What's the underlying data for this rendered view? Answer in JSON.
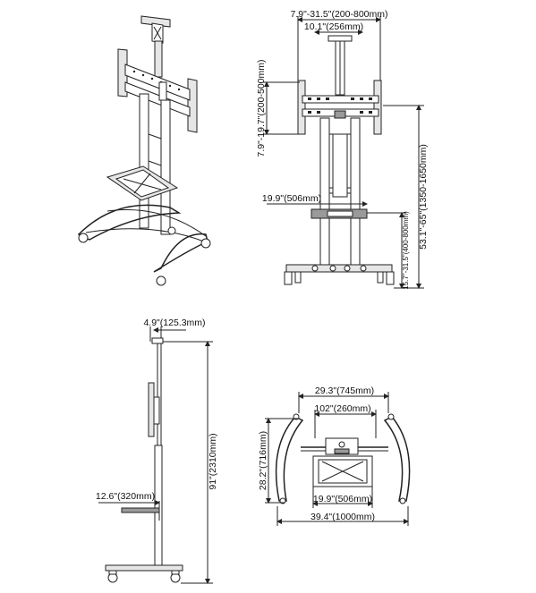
{
  "front": {
    "width_range": "7.9\"-31.5\"(200-800mm)",
    "bracket_width": "10.1\"(256mm)",
    "height_adjust": "7.9\"-19.7\"(200-500mm)",
    "total_height": "53.1\"-65\"(1350-1650mm)",
    "shelf_width": "19.9\"(506mm)",
    "shelf_height": "15.7\"-31.5\"(400-800mm)"
  },
  "side": {
    "top_depth": "4.9\"(125.3mm)",
    "total_height": "91\"(2310mm)",
    "shelf_depth": "12.6\"(320mm)"
  },
  "top": {
    "span": "29.3\"(745mm)",
    "inner": "102\"(260mm)",
    "depth": "28.2\"(716mm)",
    "shelf": "19.9\"(506mm)",
    "base": "39.4\"(1000mm)"
  }
}
